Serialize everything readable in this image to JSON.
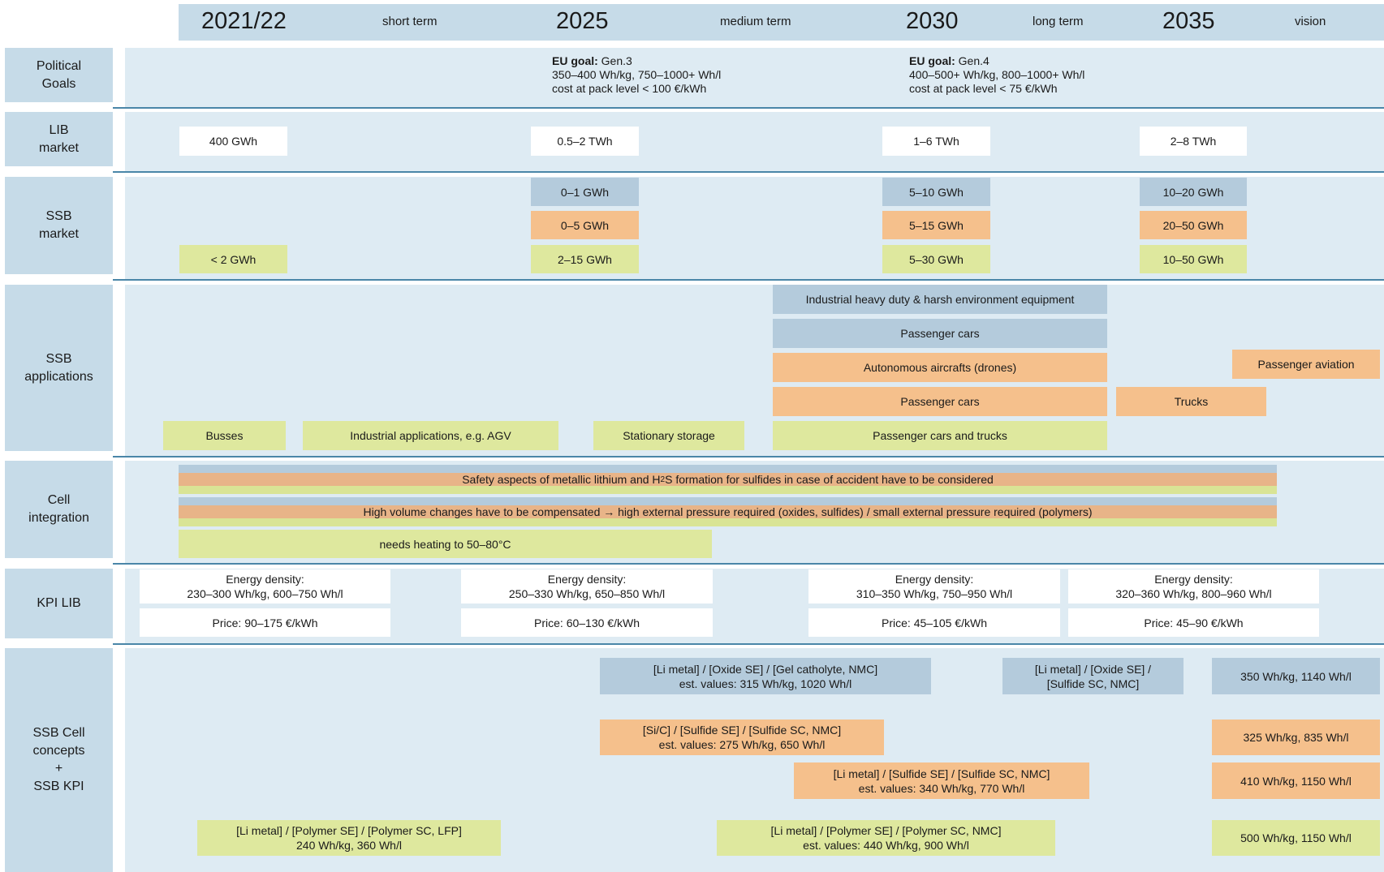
{
  "header": {
    "years": [
      "2021/22",
      "2025",
      "2030",
      "2035"
    ],
    "terms": [
      "short term",
      "medium term",
      "long term",
      "vision"
    ]
  },
  "rows": {
    "political": "Political\nGoals",
    "lib_market": "LIB\nmarket",
    "ssb_market": "SSB\nmarket",
    "ssb_apps": "SSB\napplications",
    "cell_integration": "Cell\nintegration",
    "kpi_lib": "KPI LIB",
    "ssb_cell": "SSB Cell\nconcepts\n+\nSSB KPI"
  },
  "political_goals": [
    {
      "label": "EU goal:",
      "gen": " Gen.3",
      "line2": "350–400 Wh/kg, 750–1000+ Wh/l",
      "line3": "cost at pack level < 100 €/kWh"
    },
    {
      "label": "EU goal:",
      "gen": " Gen.4",
      "line2": "400–500+ Wh/kg, 800–1000+ Wh/l",
      "line3": "cost at pack level < 75 €/kWh"
    }
  ],
  "lib_market": [
    "400 GWh",
    "0.5–2 TWh",
    "1–6 TWh",
    "2–8 TWh"
  ],
  "ssb_market": {
    "blue": [
      "0–1 GWh",
      "5–10 GWh",
      "10–20 GWh"
    ],
    "orange": [
      "0–5 GWh",
      "5–15 GWh",
      "20–50 GWh"
    ],
    "green": [
      "< 2 GWh",
      "2–15 GWh",
      "5–30 GWh",
      "10–50 GWh"
    ]
  },
  "ssb_applications": {
    "heavy_duty": "Industrial heavy duty & harsh environment equipment",
    "passenger_cars_blue": "Passenger cars",
    "drones": "Autonomous aircrafts (drones)",
    "passenger_aviation": "Passenger aviation",
    "passenger_cars_orange": "Passenger cars",
    "trucks": "Trucks",
    "busses": "Busses",
    "industrial": "Industrial applications, e.g. AGV",
    "stationary": "Stationary storage",
    "cars_trucks": "Passenger cars and trucks"
  },
  "cell_integration": {
    "safety_pre": "Safety aspects of metallic lithium and H",
    "safety_sub": "2",
    "safety_post": "S formation for sulfides in case of accident have to be considered",
    "volume": "High volume changes have to be compensated → high external pressure required (oxides, sulfides) / small external pressure required (polymers)",
    "heating": "needs heating to 50–80°C"
  },
  "kpi_lib": [
    {
      "density": "Energy density:\n230–300 Wh/kg, 600–750 Wh/l",
      "price": "Price: 90–175 €/kWh"
    },
    {
      "density": "Energy density:\n250–330 Wh/kg, 650–850 Wh/l",
      "price": "Price: 60–130 €/kWh"
    },
    {
      "density": "Energy density:\n310–350 Wh/kg, 750–950 Wh/l",
      "price": "Price: 45–105 €/kWh"
    },
    {
      "density": "Energy density:\n320–360 Wh/kg, 800–960 Wh/l",
      "price": "Price: 45–90 €/kWh"
    }
  ],
  "ssb_cells": {
    "oxide_gel": "[Li metal] / [Oxide SE] / [Gel catholyte, NMC]\nest. values: 315 Wh/kg, 1020 Wh/l",
    "oxide_sulfide": "[Li metal] / [Oxide SE] /\n[Sulfide SC, NMC]",
    "oxide_kpi": "350 Wh/kg, 1140 Wh/l",
    "sic_sulfide": "[Si/C] / [Sulfide SE] / [Sulfide SC, NMC]\nest. values: 275 Wh/kg, 650 Wh/l",
    "sic_kpi": "325 Wh/kg, 835 Wh/l",
    "li_sulfide": "[Li metal] / [Sulfide SE] / [Sulfide SC, NMC]\nest. values: 340 Wh/kg, 770 Wh/l",
    "li_sulfide_kpi": "410 Wh/kg, 1150 Wh/l",
    "polymer_lfp": "[Li metal] / [Polymer SE] / [Polymer SC, LFP]\n240 Wh/kg, 360 Wh/l",
    "polymer_nmc": "[Li metal] / [Polymer SE] / [Polymer SC, NMC]\nest. values: 440 Wh/kg, 900 Wh/l",
    "polymer_kpi": "500 Wh/kg, 1150 Wh/l"
  },
  "colors": {
    "header": "#c6dbe8",
    "rowbg": "#deebf3",
    "blue": "#b4cbdc",
    "orange": "#f5c08c",
    "green": "#dee89e",
    "separator": "#4a86a8"
  }
}
